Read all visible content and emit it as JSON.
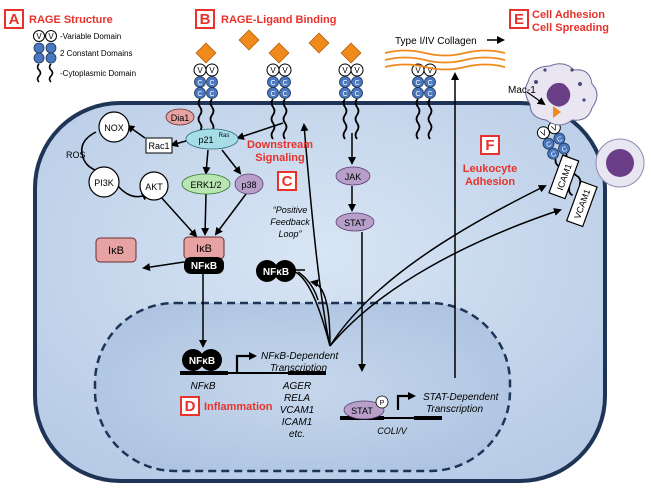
{
  "sections": {
    "a": {
      "letter": "A",
      "title": "RAGE Structure"
    },
    "b": {
      "letter": "B",
      "title": "RAGE-Ligand Binding"
    },
    "c": {
      "letter": "C",
      "title_line1": "Downstream",
      "title_line2": "Signaling"
    },
    "d": {
      "letter": "D",
      "title": "Inflammation"
    },
    "e": {
      "letter": "E",
      "title_line1": "Cell Adhesion",
      "title_line2": "Cell Spreading"
    },
    "f": {
      "letter": "F",
      "title_line1": "Leukocyte",
      "title_line2": "Adhesion"
    }
  },
  "legend": {
    "variable": "-Variable Domain",
    "constant": "2 Constant Domains",
    "cytoplasmic": "-Cytoplasmic Domain"
  },
  "domain_marks": {
    "v": "V",
    "c": "C"
  },
  "collagen": "Type I/IV Collagen",
  "mac1": "Mac-1",
  "proteins": {
    "dia1": "Dia1",
    "p21": "p21",
    "p21_sup": "Ras",
    "rac1": "Rac1",
    "nox": "NOX",
    "ros": "ROS",
    "pi3k": "PI3K",
    "akt": "AKT",
    "erk": "ERK1/2",
    "p38": "p38",
    "jak": "JAK",
    "stat": "STAT",
    "stat_nuc": "STAT",
    "stat_p": "P",
    "ikb_free": "IκB",
    "ikb_bound": "IκB",
    "nfkb_bound": "NFκB",
    "nfkb_free": "NFκB",
    "nfkb_nuc": "NFκB",
    "icam1": "ICAM1",
    "vcam1": "VCAM1"
  },
  "feedback": {
    "line1": "“Positive",
    "line2": "Feedback",
    "line3": "Loop”"
  },
  "transcription": {
    "nfkb_line1": "NFκB-Dependent",
    "nfkb_line2": "Transcription",
    "stat_line1": "STAT-Dependent",
    "stat_line2": "Transcription"
  },
  "genes": {
    "nfkb": "NFκB",
    "list": [
      "AGER",
      "RELA",
      "VCAM1",
      "ICAM1",
      "etc."
    ],
    "coli": "COLI/V"
  },
  "colors": {
    "red": "#e8322b",
    "cell_fill": "#c9d9ee",
    "nucleus_fill": "#b8cce4",
    "receptor_blue": "#4a78c0",
    "ligand_orange": "#f08a1c",
    "dia_pink": "#e7a3a3",
    "p21_cyan": "#a7dde6",
    "erk_green": "#b9e5b3",
    "purple": "#b79fca"
  }
}
